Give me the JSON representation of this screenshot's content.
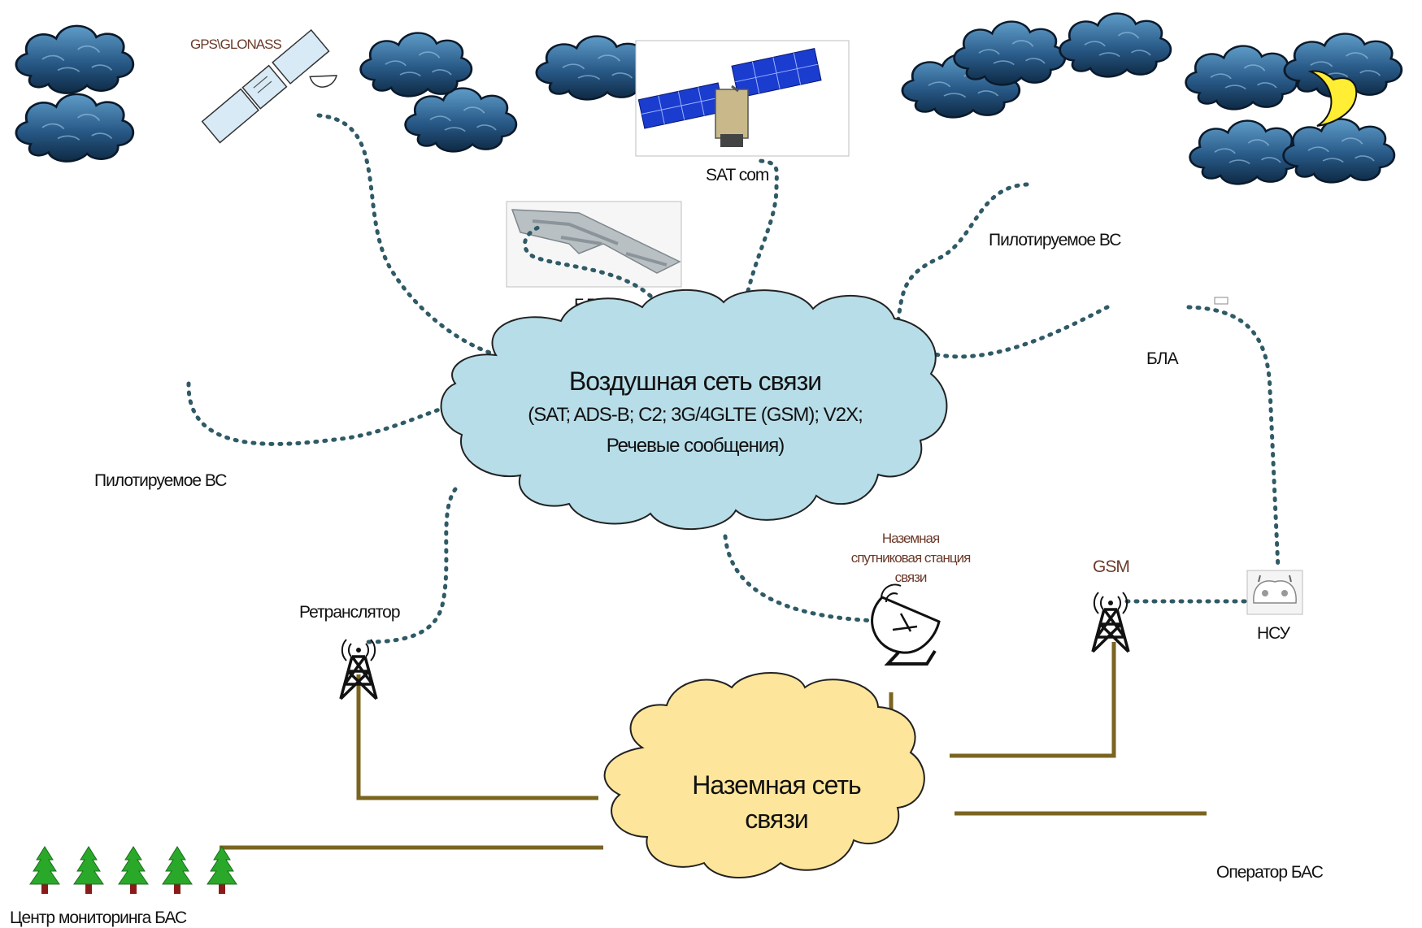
{
  "air_network": {
    "title": "Воздушная сеть связи",
    "line1": "(SAT; ADS-B; C2; 3G/4GLTE (GSM); V2X;",
    "line2": "Речевые сообщения)"
  },
  "ground_network": {
    "line1": "Наземная сеть",
    "line2": "связи"
  },
  "labels": {
    "gps": "GPS\\GLONASS",
    "satcom": "SAT com",
    "uav_top": "БЛА",
    "uav_right": "БЛА",
    "manned_right": "Пилотируемое ВС",
    "manned_left": "Пилотируемое ВС",
    "relay": "Ретранслятор",
    "ground_station_1": "Наземная",
    "ground_station_2": "спутниковая станция",
    "ground_station_3": "связи",
    "gsm": "GSM",
    "nsu": "НСУ",
    "operator": "Оператор БАС",
    "monitoring": "Центр мониторинга БАС"
  },
  "colors": {
    "air_cloud": "#b7dde8",
    "ground_cloud": "#fde59b",
    "dashed_link": "#2f5a66",
    "wired_link": "#7a6420",
    "storm_cloud": "#2a5a86",
    "moon": "#ffee33",
    "tree": "#2aa82a"
  },
  "icons": [
    "storm-cloud-icon",
    "gps-satellite-icon",
    "comms-satellite-icon",
    "uav-icon",
    "moon-icon",
    "radio-tower-icon",
    "satellite-dish-icon",
    "remote-controller-icon",
    "tree-icon"
  ]
}
